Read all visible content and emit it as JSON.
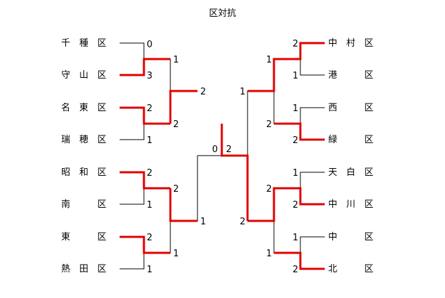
{
  "title": "区対抗",
  "teams_left": [
    "千　種　区",
    "守　山　区",
    "名　東　区",
    "瑞　穂　区",
    "昭　和　区",
    "南　　　区",
    "東　　　区",
    "熱　田　区"
  ],
  "teams_right": [
    "中　村　区",
    "港　　　区",
    "西　　　区",
    "緑　　　区",
    "天　白　区",
    "中　川　区",
    "中　　　区",
    "北　　　区"
  ],
  "left_r1_scores": [
    "0",
    "3",
    "2",
    "1",
    "2",
    "1",
    "2",
    "1"
  ],
  "left_r2_scores": [
    "1",
    "2",
    "2",
    "1"
  ],
  "left_r3_scores": [
    "2",
    "1"
  ],
  "right_r1_scores": [
    "2",
    "1",
    "1",
    "2",
    "1",
    "2",
    "1",
    "2"
  ],
  "right_r2_scores": [
    "1",
    "2",
    "2",
    "1"
  ],
  "right_r3_scores": [
    "1",
    "2"
  ],
  "final_scores": [
    "0",
    "2"
  ],
  "colors": {
    "winner_line": "#e00000",
    "normal_line": "#000000"
  }
}
